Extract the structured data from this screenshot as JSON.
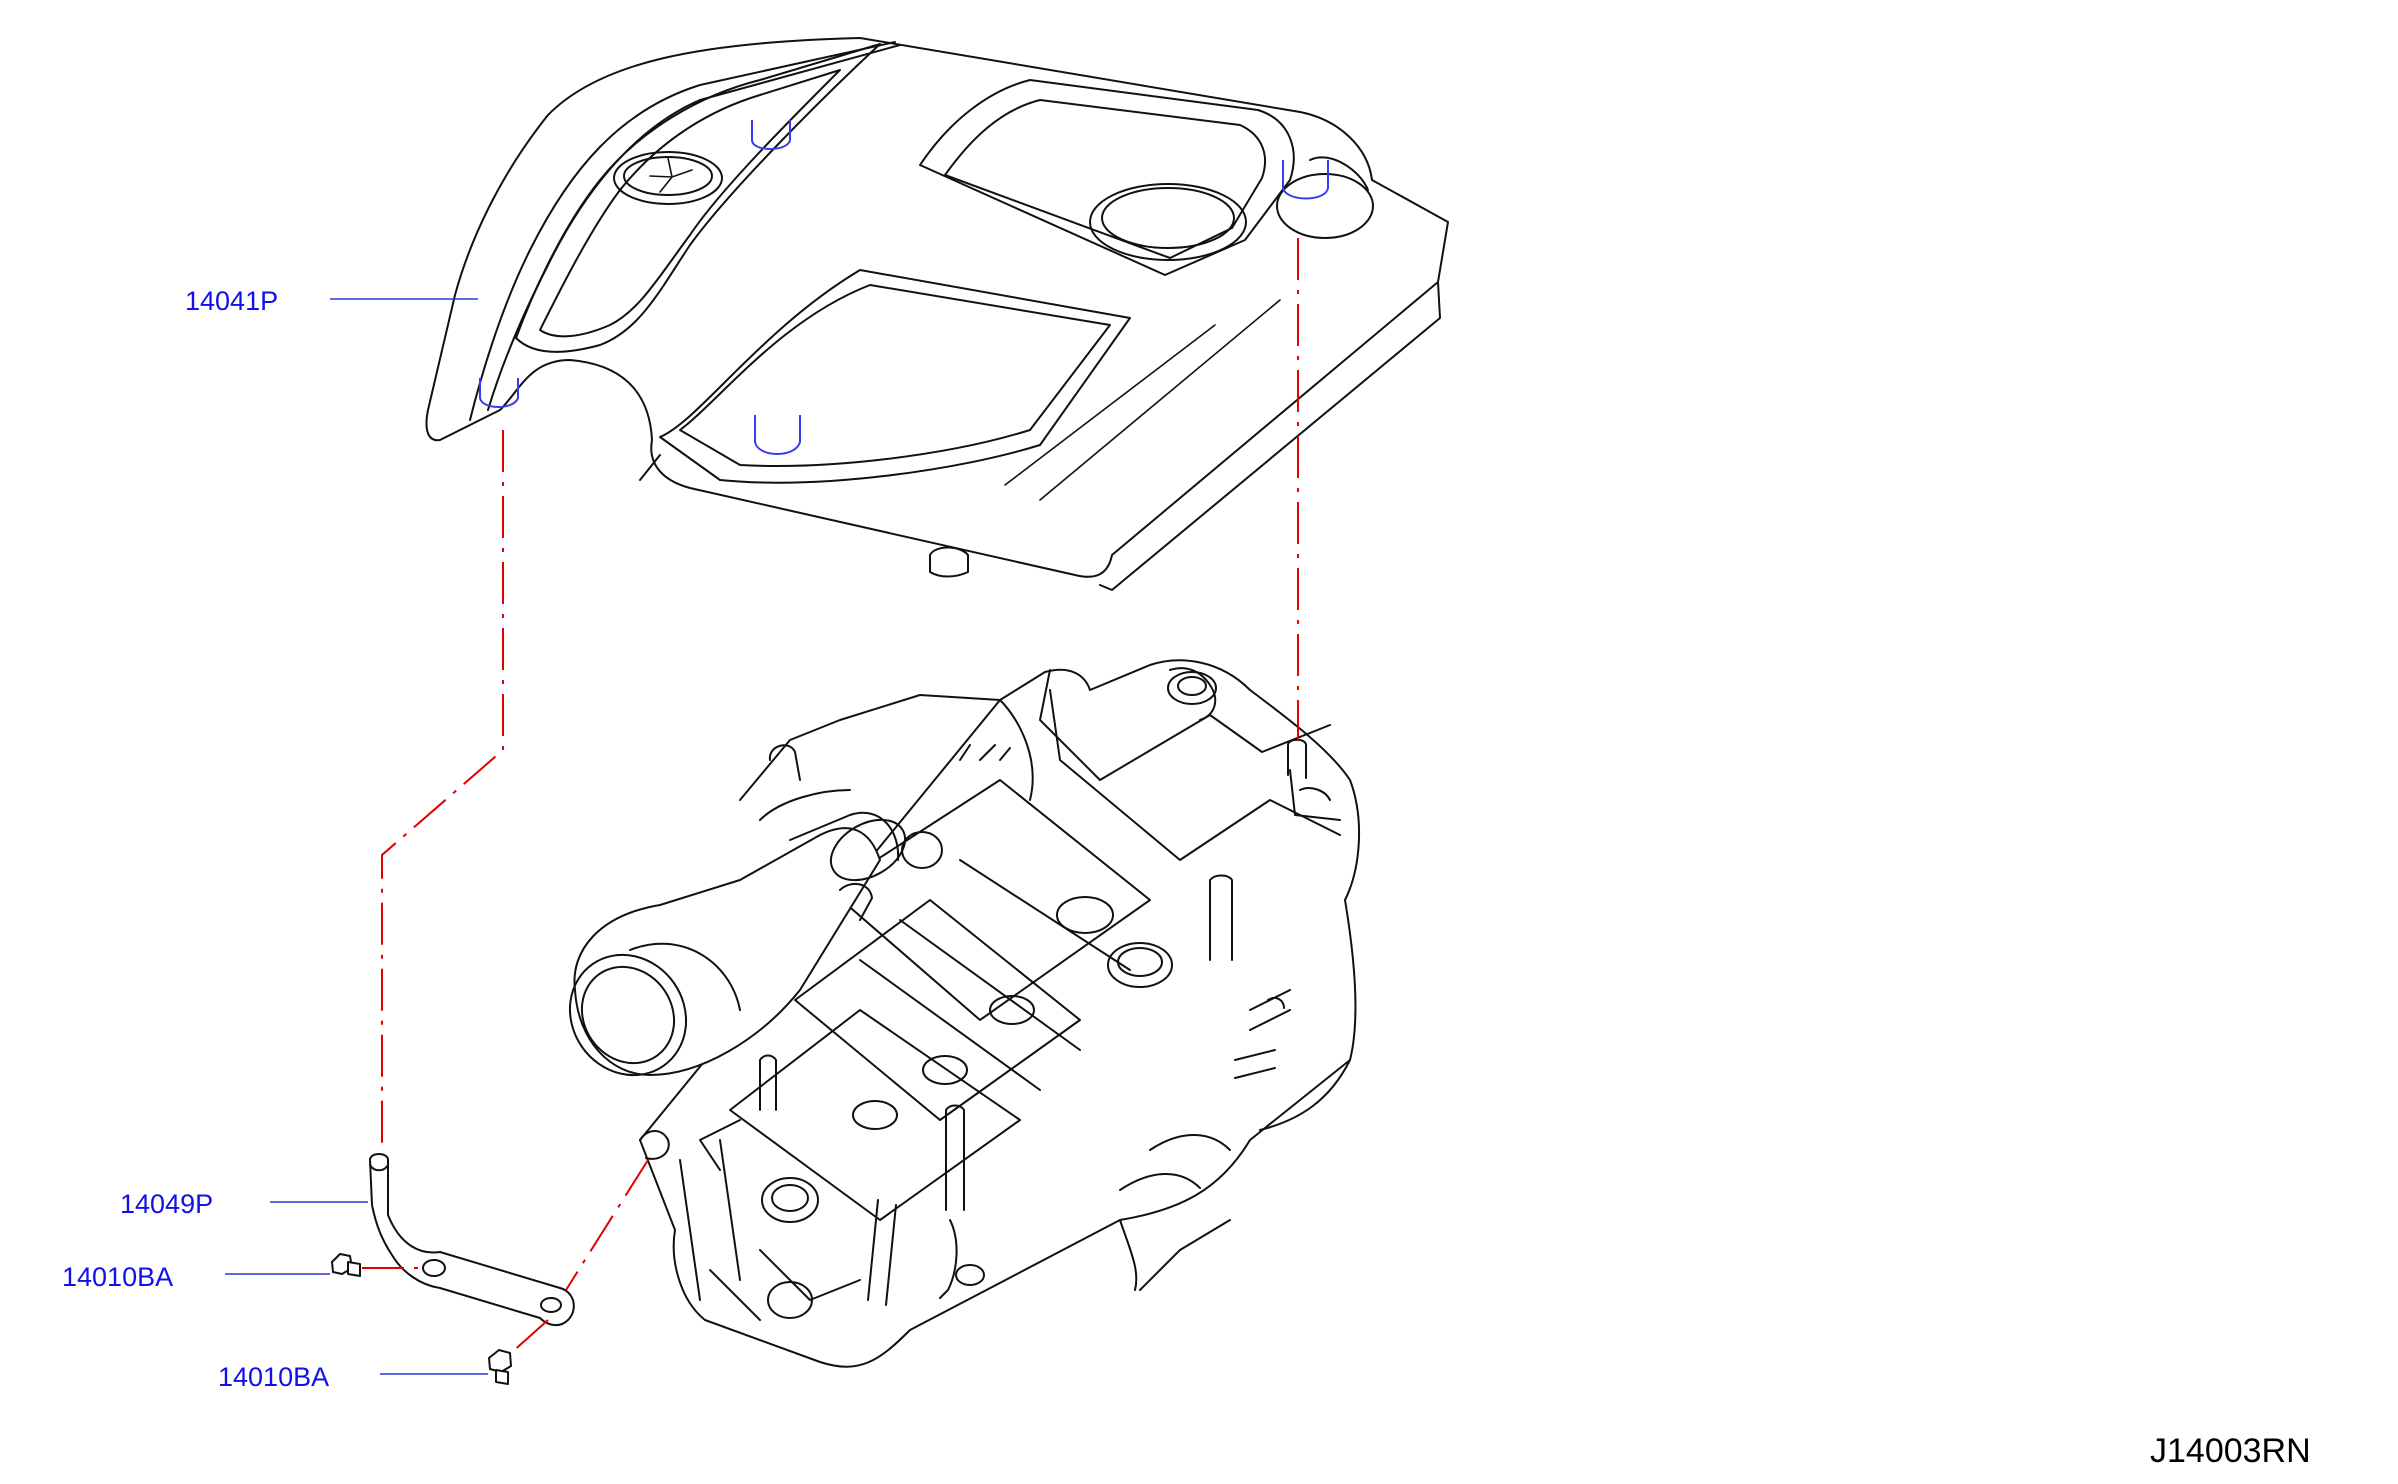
{
  "colors": {
    "label": "#1010ee",
    "leader": "#2a3ad6",
    "phantom": "#e00000",
    "clip_hint": "#3a3aee",
    "line_art": "#111111"
  },
  "callouts": {
    "engine_cover": "14041P",
    "cover_bracket": "14049P",
    "bolt_upper": "14010BA",
    "bolt_lower": "14010BA"
  },
  "reference_code": "J14003RN"
}
